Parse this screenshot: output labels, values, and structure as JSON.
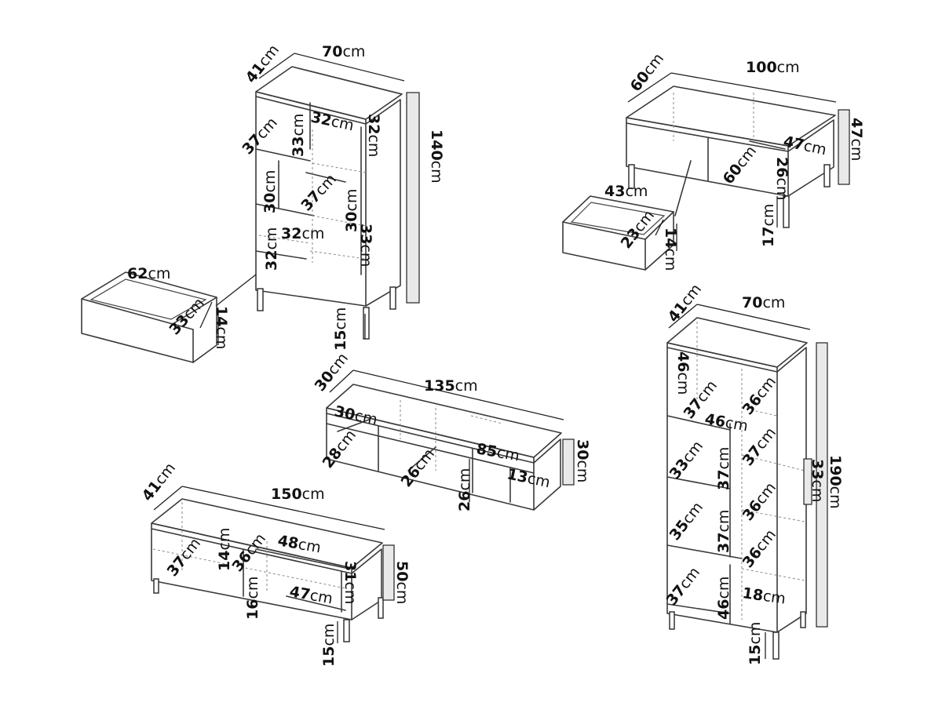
{
  "units": "cm",
  "pieces": {
    "cabinet_140": {
      "labels": [
        "70",
        "41",
        "140",
        "32",
        "32",
        "37",
        "33",
        "30",
        "37",
        "30",
        "32",
        "33",
        "32",
        "15"
      ]
    },
    "drawer_62": {
      "labels": [
        "62",
        "33",
        "14"
      ]
    },
    "table_100": {
      "labels": [
        "100",
        "60",
        "47",
        "47",
        "60",
        "26",
        "17"
      ]
    },
    "drawer_43": {
      "labels": [
        "43",
        "23",
        "14"
      ]
    },
    "tv_135": {
      "labels": [
        "135",
        "30",
        "30",
        "28",
        "26",
        "85",
        "30",
        "26",
        "13"
      ]
    },
    "tv_150": {
      "labels": [
        "150",
        "41",
        "48",
        "37",
        "14",
        "36",
        "31",
        "50",
        "47",
        "16",
        "15"
      ]
    },
    "cabinet_190": {
      "labels": [
        "70",
        "41",
        "46",
        "37",
        "36",
        "46",
        "33",
        "37",
        "37",
        "33",
        "35",
        "36",
        "37",
        "190",
        "36",
        "37",
        "46",
        "18",
        "15"
      ]
    }
  }
}
